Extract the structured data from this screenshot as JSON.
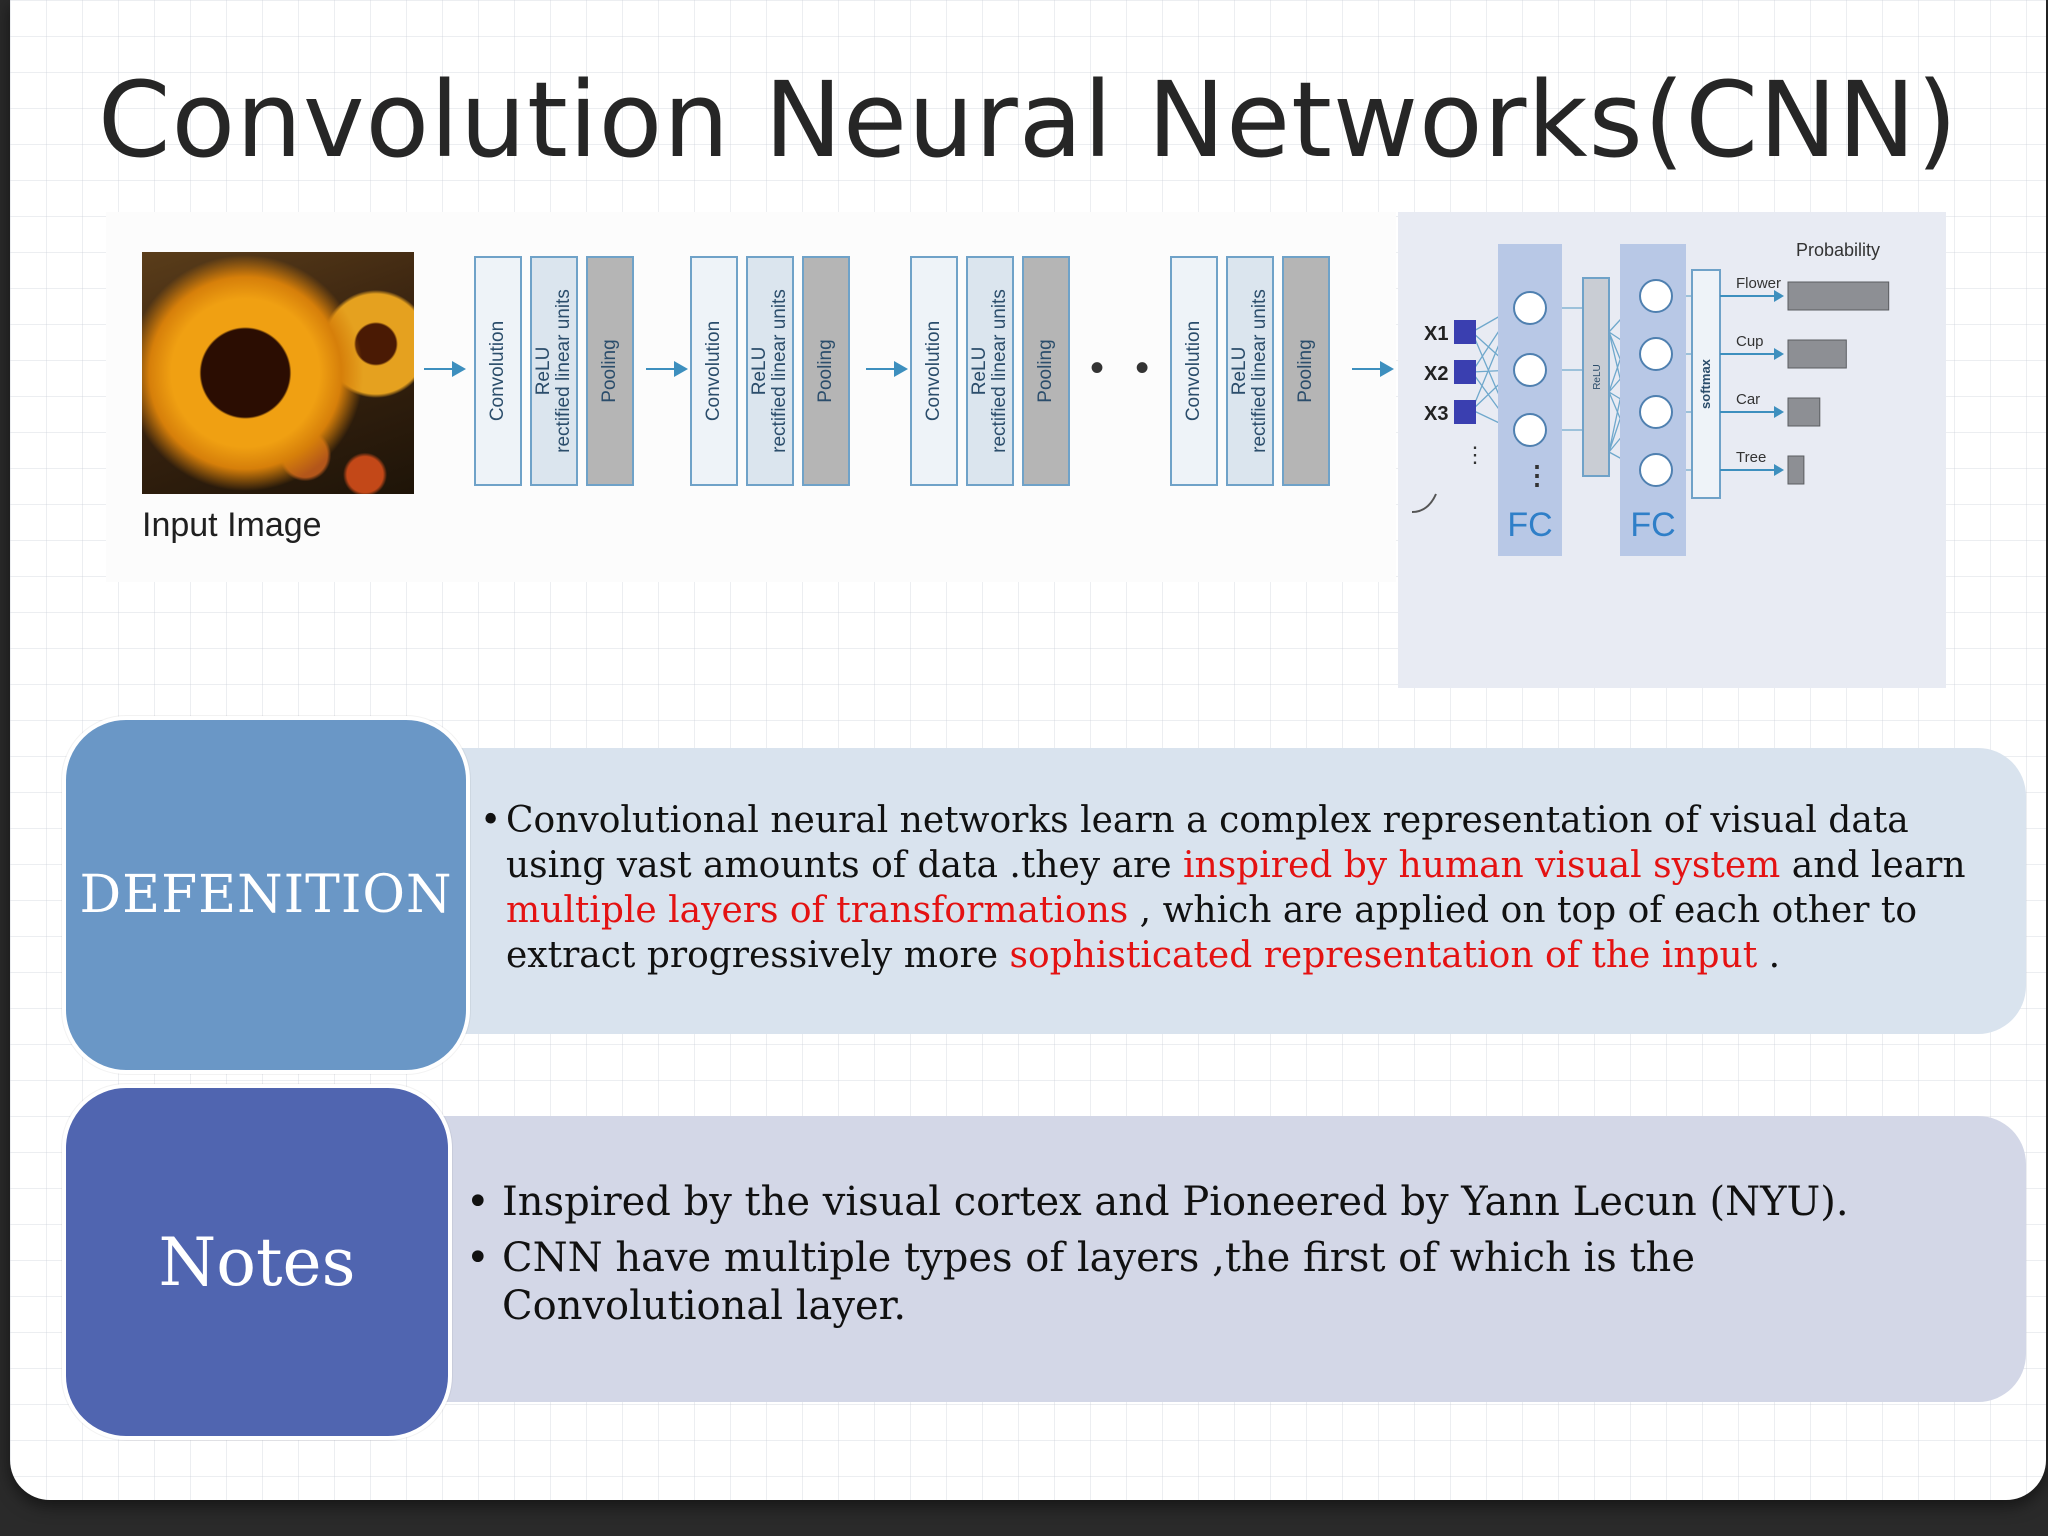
{
  "slide": {
    "title": "Convolution Neural Networks(CNN)"
  },
  "pipeline": {
    "input_label": "Input Image",
    "stage_labels": {
      "conv": "Convolution",
      "relu_top": "ReLU",
      "relu_bottom": "rectified linear units",
      "pool": "Pooling"
    },
    "ellipsis": "• • •"
  },
  "classifier": {
    "inputs": [
      "X1",
      "X2",
      "X3"
    ],
    "fc_label": "FC",
    "relu_label": "ReLU",
    "softmax_label": "softmax",
    "probability_label": "Probability",
    "classes": [
      {
        "name": "Flower",
        "prob": 0.95
      },
      {
        "name": "Cup",
        "prob": 0.55
      },
      {
        "name": "Car",
        "prob": 0.3
      },
      {
        "name": "Tree",
        "prob": 0.15
      }
    ]
  },
  "definition": {
    "title": "DEFENITION",
    "bullet": "•",
    "t1": "Convolutional neural networks learn a complex representation of visual data using vast amounts of data .they are ",
    "h1": "inspired by human visual system",
    "t2": " and learn ",
    "h2": "multiple layers of transformations",
    "t3": " , which are applied on top of each other to extract progressively more ",
    "h3": "sophisticated representation of the input",
    "t4": " ."
  },
  "notes": {
    "title": "Notes",
    "bullet": "•",
    "items": [
      "Inspired by the visual cortex and Pioneered by Yann Lecun (NYU).",
      "CNN have multiple types of layers ,the first of which is the Convolutional layer."
    ]
  },
  "colors": {
    "highlight": "#e41212",
    "definition_tab": "#6a97c6",
    "notes_tab": "#5065b0",
    "stage_border": "#6fa2c8",
    "arrow": "#3d8fbe"
  }
}
